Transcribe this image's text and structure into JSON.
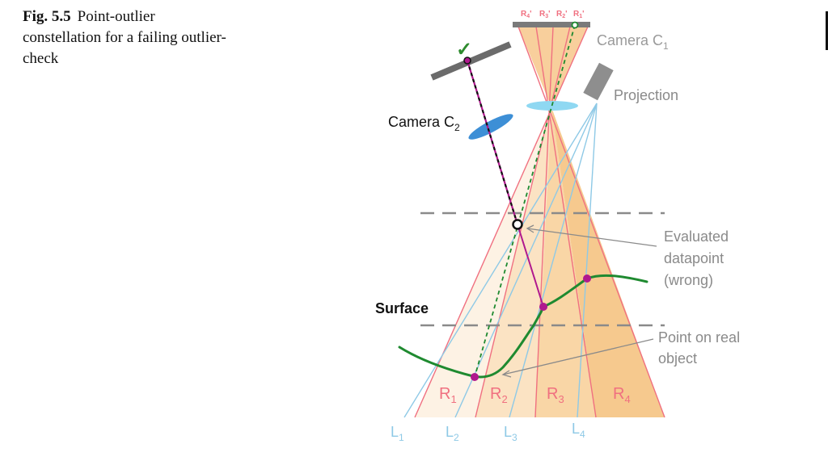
{
  "caption": {
    "label": "Fig. 5.5",
    "text": "Point-outlier constellation for a failing outlier-check"
  },
  "labels": {
    "camera_c1": "Camera C",
    "camera_c1_sub": "1",
    "camera_c2": "Camera C",
    "camera_c2_sub": "2",
    "projection": "Projection",
    "surface": "Surface",
    "evaluated_1": "Evaluated",
    "evaluated_2": "datapoint",
    "evaluated_3": "(wrong)",
    "real_1": "Point on real",
    "real_2": "object",
    "check_mark": "✓"
  },
  "sensor_labels": [
    {
      "main": "R",
      "sub": "4",
      "prime": "ʹ"
    },
    {
      "main": "R",
      "sub": "3",
      "prime": "ʹ"
    },
    {
      "main": "R",
      "sub": "2",
      "prime": "ʹ"
    },
    {
      "main": "R",
      "sub": "1",
      "prime": "ʹ"
    }
  ],
  "regions": [
    {
      "main": "R",
      "sub": "1"
    },
    {
      "main": "R",
      "sub": "2"
    },
    {
      "main": "R",
      "sub": "3"
    },
    {
      "main": "R",
      "sub": "4"
    }
  ],
  "light_lines": [
    {
      "main": "L",
      "sub": "1"
    },
    {
      "main": "L",
      "sub": "2"
    },
    {
      "main": "L",
      "sub": "3"
    },
    {
      "main": "L",
      "sub": "4"
    }
  ],
  "colors": {
    "region_pink": "#f07080",
    "light_blue": "#8ec9e6",
    "surface_green": "#1f8a30",
    "point_magenta": "#b0188e",
    "gray": "#8a8a8a",
    "lens_blue": "#8fd8f2",
    "lens_dark": "#3d8fd6",
    "check_green": "#2e8b2e"
  }
}
